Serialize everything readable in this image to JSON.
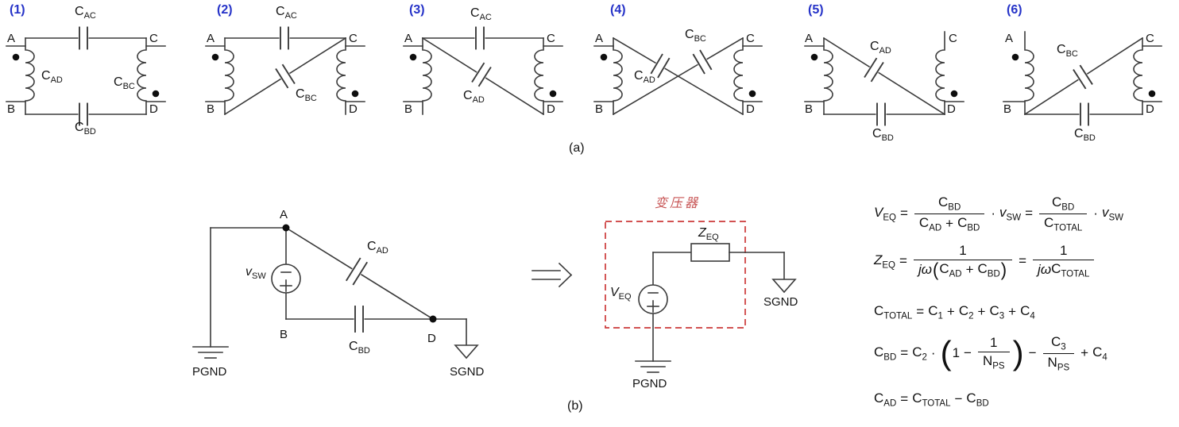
{
  "figure": {
    "caption_a": "(a)",
    "caption_b": "(b)",
    "colors": {
      "accent_blue": "#2633c8",
      "accent_red": "#cc3a3a",
      "line": "#3b3b3b"
    }
  },
  "circuits": [
    {
      "num": "(1)",
      "A": "A",
      "B": "B",
      "C": "C",
      "D": "D",
      "cac": {
        "b": "C",
        "s": "AC"
      },
      "cbd": {
        "b": "C",
        "s": "BD"
      },
      "cad": {
        "b": "C",
        "s": "AD"
      },
      "cbc": {
        "b": "C",
        "s": "BC"
      }
    },
    {
      "num": "(2)",
      "A": "A",
      "B": "B",
      "C": "C",
      "D": "D",
      "cac": {
        "b": "C",
        "s": "AC"
      },
      "cbc": {
        "b": "C",
        "s": "BC"
      }
    },
    {
      "num": "(3)",
      "A": "A",
      "B": "B",
      "C": "C",
      "D": "D",
      "cac": {
        "b": "C",
        "s": "AC"
      },
      "cad": {
        "b": "C",
        "s": "AD"
      }
    },
    {
      "num": "(4)",
      "A": "A",
      "B": "B",
      "C": "C",
      "D": "D",
      "cad": {
        "b": "C",
        "s": "AD"
      },
      "cbc": {
        "b": "C",
        "s": "BC"
      }
    },
    {
      "num": "(5)",
      "A": "A",
      "B": "B",
      "C": "C",
      "D": "D",
      "cad": {
        "b": "C",
        "s": "AD"
      },
      "cbd": {
        "b": "C",
        "s": "BD"
      }
    },
    {
      "num": "(6)",
      "A": "A",
      "B": "B",
      "C": "C",
      "D": "D",
      "cbc": {
        "b": "C",
        "s": "BC"
      },
      "cbd": {
        "b": "C",
        "s": "BD"
      }
    }
  ],
  "partb": {
    "left": {
      "A": "A",
      "B": "B",
      "D": "D",
      "vsw": {
        "b": "v",
        "s": "SW"
      },
      "cad": {
        "b": "C",
        "s": "AD"
      },
      "cbd": {
        "b": "C",
        "s": "BD"
      },
      "pgnd": "PGND",
      "sgnd": "SGND"
    },
    "transformer_box_label": "变压器",
    "right": {
      "veq": {
        "b": "V",
        "s": "EQ"
      },
      "zeq": {
        "b": "Z",
        "s": "EQ"
      },
      "pgnd": "PGND",
      "sgnd": "SGND"
    }
  },
  "equations": [
    {
      "name": "veq",
      "tokens": [
        {
          "v": "V",
          "s": "EQ",
          "it": 1
        },
        {
          "o": "="
        },
        {
          "f": {
            "n": [
              {
                "v": "C",
                "s": "BD"
              }
            ],
            "d": [
              {
                "v": "C",
                "s": "AD"
              },
              {
                "o": "+"
              },
              {
                "v": "C",
                "s": "BD"
              }
            ]
          }
        },
        {
          "o": "·"
        },
        {
          "v": "v",
          "s": "SW",
          "it": 1
        },
        {
          "o": "="
        },
        {
          "f": {
            "n": [
              {
                "v": "C",
                "s": "BD"
              }
            ],
            "d": [
              {
                "v": "C",
                "s": "TOTAL"
              }
            ]
          }
        },
        {
          "o": "·"
        },
        {
          "v": "v",
          "s": "SW",
          "it": 1
        }
      ]
    },
    {
      "name": "zeq",
      "tokens": [
        {
          "v": "Z",
          "s": "EQ",
          "it": 1
        },
        {
          "o": "="
        },
        {
          "f": {
            "n": [
              {
                "t": "1"
              }
            ],
            "d": [
              {
                "v": "jω",
                "it": 1
              },
              {
                "p": "("
              },
              {
                "v": "C",
                "s": "AD"
              },
              {
                "o": "+"
              },
              {
                "v": "C",
                "s": "BD"
              },
              {
                "p": ")"
              }
            ]
          }
        },
        {
          "o": "="
        },
        {
          "f": {
            "n": [
              {
                "t": "1"
              }
            ],
            "d": [
              {
                "v": "jω",
                "it": 1
              },
              {
                "v": "C",
                "s": "TOTAL"
              }
            ]
          }
        }
      ]
    },
    {
      "name": "ctotal",
      "tokens": [
        {
          "v": "C",
          "s": "TOTAL"
        },
        {
          "o": "="
        },
        {
          "v": "C",
          "s": "1"
        },
        {
          "o": "+"
        },
        {
          "v": "C",
          "s": "2"
        },
        {
          "o": "+"
        },
        {
          "v": "C",
          "s": "3"
        },
        {
          "o": "+"
        },
        {
          "v": "C",
          "s": "4"
        }
      ]
    },
    {
      "name": "cbd",
      "tokens": [
        {
          "v": "C",
          "s": "BD"
        },
        {
          "o": "="
        },
        {
          "v": "C",
          "s": "2"
        },
        {
          "o": "·"
        },
        {
          "p": "(",
          "big": 1
        },
        {
          "t": "1"
        },
        {
          "o": "−"
        },
        {
          "f": {
            "n": [
              {
                "t": "1"
              }
            ],
            "d": [
              {
                "v": "N",
                "s": "PS"
              }
            ]
          }
        },
        {
          "p": ")",
          "big": 1
        },
        {
          "o": "−"
        },
        {
          "f": {
            "n": [
              {
                "v": "C",
                "s": "3"
              }
            ],
            "d": [
              {
                "v": "N",
                "s": "PS"
              }
            ]
          }
        },
        {
          "o": "+"
        },
        {
          "v": "C",
          "s": "4"
        }
      ]
    },
    {
      "name": "cad",
      "tokens": [
        {
          "v": "C",
          "s": "AD"
        },
        {
          "o": "="
        },
        {
          "v": "C",
          "s": "TOTAL"
        },
        {
          "o": "−"
        },
        {
          "v": "C",
          "s": "BD"
        }
      ]
    }
  ]
}
